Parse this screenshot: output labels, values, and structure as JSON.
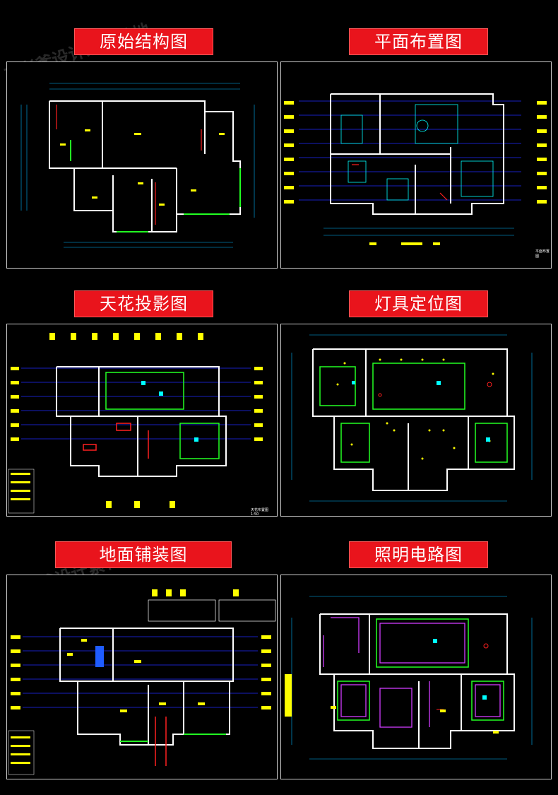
{
  "watermark": "三老爹设计素材基地",
  "panels": [
    {
      "title": "原始结构图"
    },
    {
      "title": "平面布置图",
      "caption": "平面布置图"
    },
    {
      "title": "天花投影图",
      "caption": "天花布置图 1:50"
    },
    {
      "title": "灯具定位图"
    },
    {
      "title": "地面铺装图"
    },
    {
      "title": "照明电路图"
    }
  ],
  "colors": {
    "tag_bg": "#e9141c",
    "wall": "#ffffff",
    "dim": "#00b7ff",
    "detail": "#ffff00",
    "green": "#22ff22",
    "red": "#ff2020",
    "magenta": "#d23cff",
    "cyan": "#00ffff"
  }
}
